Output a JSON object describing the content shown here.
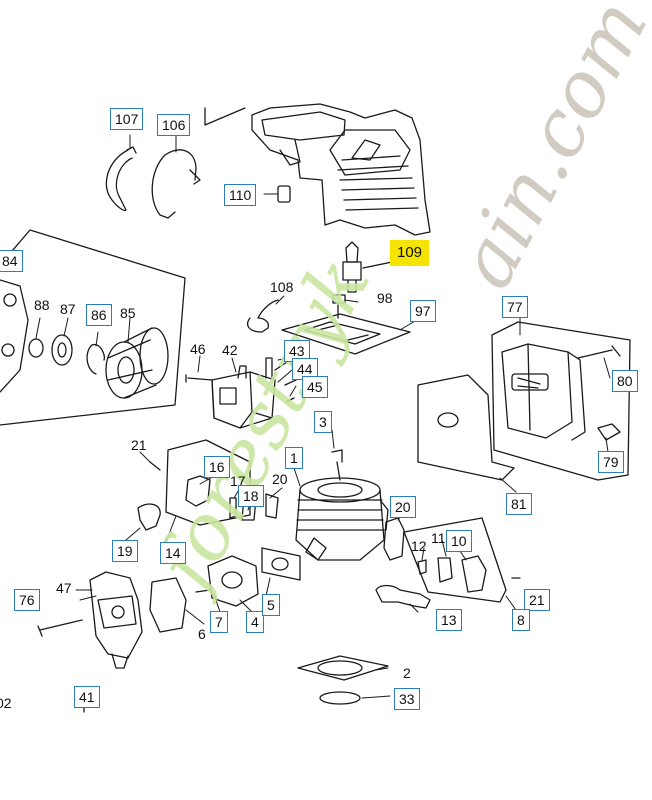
{
  "diagram": {
    "highlighted_part": "109",
    "labels": [
      {
        "id": "107",
        "boxed": true
      },
      {
        "id": "106",
        "boxed": true
      },
      {
        "id": "110",
        "boxed": true
      },
      {
        "id": "109",
        "boxed": true,
        "highlight": true
      },
      {
        "id": "84",
        "boxed": true
      },
      {
        "id": "88",
        "boxed": false
      },
      {
        "id": "87",
        "boxed": false
      },
      {
        "id": "86",
        "boxed": true
      },
      {
        "id": "85",
        "boxed": false
      },
      {
        "id": "108",
        "boxed": false
      },
      {
        "id": "98",
        "boxed": false
      },
      {
        "id": "97",
        "boxed": true
      },
      {
        "id": "77",
        "boxed": true
      },
      {
        "id": "46",
        "boxed": false
      },
      {
        "id": "42",
        "boxed": false
      },
      {
        "id": "43",
        "boxed": true
      },
      {
        "id": "44",
        "boxed": true
      },
      {
        "id": "45",
        "boxed": true
      },
      {
        "id": "80",
        "boxed": true
      },
      {
        "id": "3",
        "boxed": true
      },
      {
        "id": "21",
        "boxed": false
      },
      {
        "id": "16",
        "boxed": true
      },
      {
        "id": "1",
        "boxed": true
      },
      {
        "id": "17",
        "boxed": false
      },
      {
        "id": "18",
        "boxed": true
      },
      {
        "id": "20",
        "boxed": false
      },
      {
        "id": "79",
        "boxed": true
      },
      {
        "id": "81",
        "boxed": true
      },
      {
        "id": "19",
        "boxed": true
      },
      {
        "id": "14",
        "boxed": true
      },
      {
        "id": "20",
        "boxed": true
      },
      {
        "id": "12",
        "boxed": false
      },
      {
        "id": "11",
        "boxed": false
      },
      {
        "id": "10",
        "boxed": true
      },
      {
        "id": "76",
        "boxed": true
      },
      {
        "id": "47",
        "boxed": false
      },
      {
        "id": "6",
        "boxed": false
      },
      {
        "id": "7",
        "boxed": true
      },
      {
        "id": "4",
        "boxed": true
      },
      {
        "id": "5",
        "boxed": true
      },
      {
        "id": "21",
        "boxed": true
      },
      {
        "id": "13",
        "boxed": true
      },
      {
        "id": "8",
        "boxed": true
      },
      {
        "id": "2",
        "boxed": false
      },
      {
        "id": "41",
        "boxed": true
      },
      {
        "id": "33",
        "boxed": true
      },
      {
        "id": "02",
        "boxed": false
      }
    ]
  },
  "watermark": {
    "text_green": "forestryk",
    "text_gray": "ain.com",
    "color_green": "#c9e6a0",
    "color_gray": "#cdc6bc"
  },
  "colors": {
    "label_border": "#2a7fb8",
    "highlight": "#f5e400",
    "line": "#1a1a1a"
  }
}
